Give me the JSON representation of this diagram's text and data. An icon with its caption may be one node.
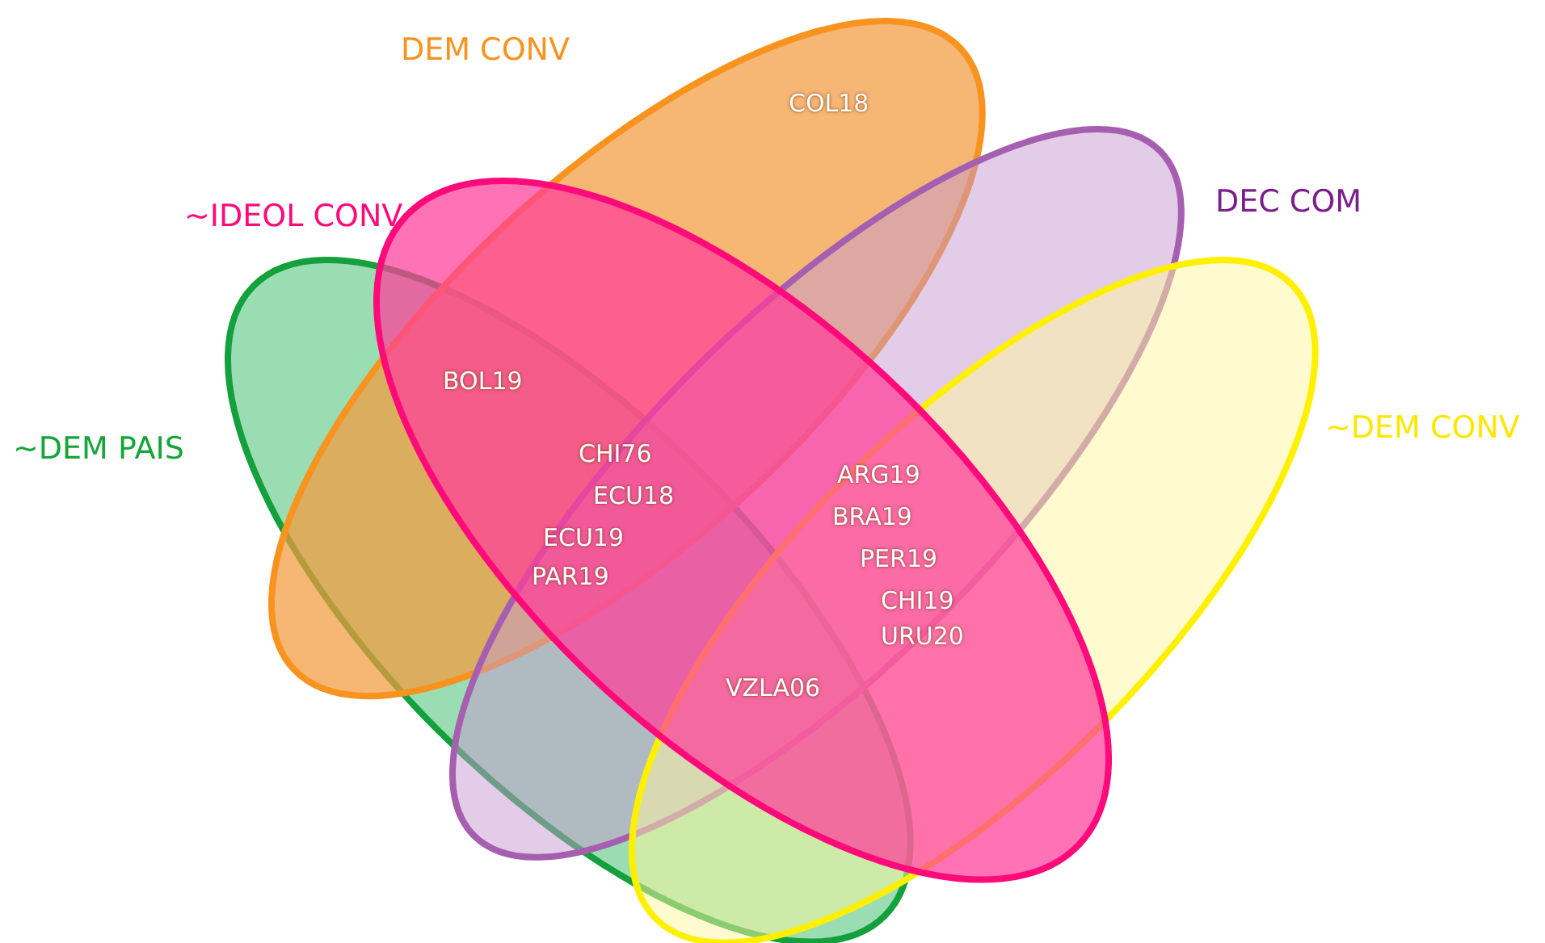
{
  "diagram": {
    "nodes": [
      {
        "text": [
          "DEM CONV"
        ]
      },
      {
        "text": [
          "~IDEOL CONV"
        ]
      },
      {
        "text": [
          "DEC COM"
        ]
      },
      {
        "text": [
          "~DEM PAIS"
        ]
      },
      {
        "text": [
          "~DEM CONV"
        ]
      }
    ],
    "edges": [],
    "labels": [
      "COL18",
      "BOL19",
      "CHI76",
      "ECU18",
      "ECU19",
      "PAR19",
      "ARG19",
      "BRA19",
      "PER19",
      "CHI19",
      "URU20",
      "VZLA06"
    ]
  }
}
